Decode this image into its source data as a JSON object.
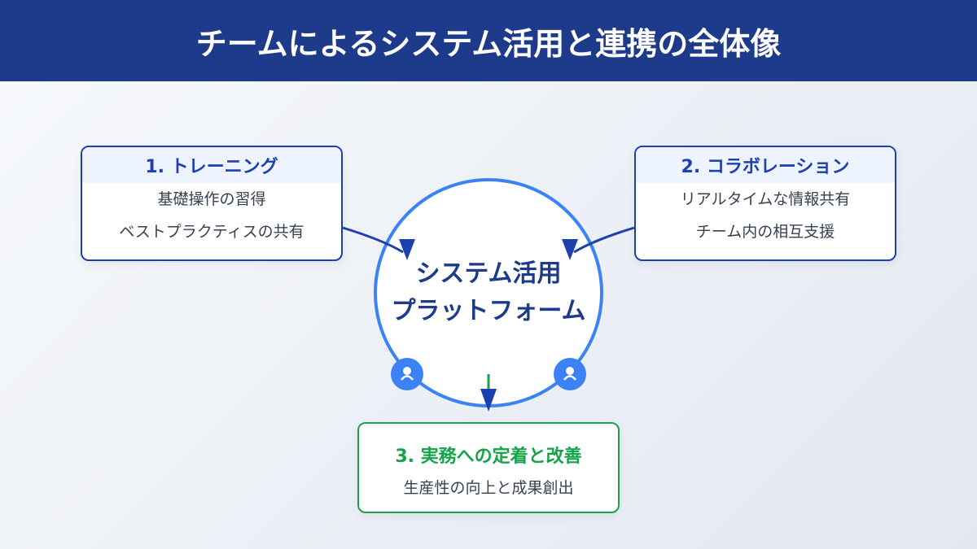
{
  "title": "チームによるシステム活用と連携の全体像",
  "center": {
    "line1": "システム活用",
    "line2": "プラットフォーム"
  },
  "cards": [
    {
      "title": "1. トレーニング",
      "items": [
        "基礎操作の習得",
        "ベストプラクティスの共有"
      ]
    },
    {
      "title": "2. コラボレーション",
      "items": [
        "リアルタイムな情報共有",
        "チーム内の相互支援"
      ]
    },
    {
      "title": "3. 実務への定着と改善",
      "items": [
        "生産性の向上と成果創出"
      ]
    }
  ],
  "colors": {
    "header": "#1e3a8a",
    "accent": "#3b82f6",
    "arrow": "#1e40af",
    "green": "#16a34a"
  }
}
